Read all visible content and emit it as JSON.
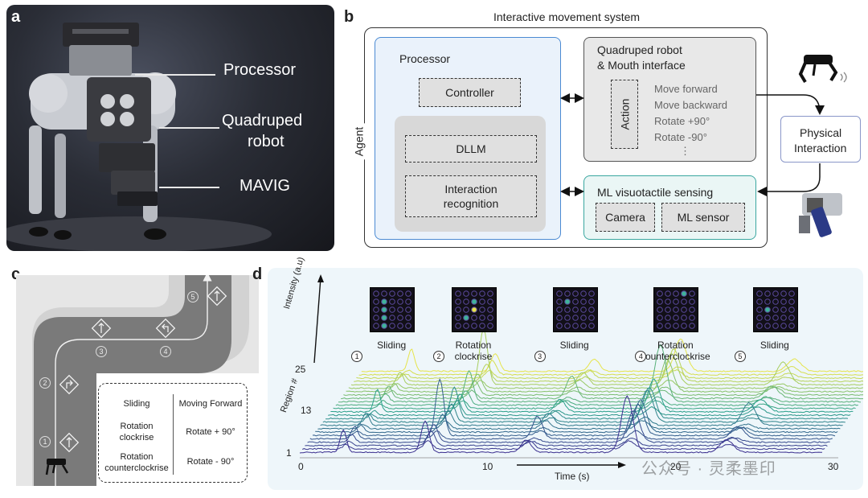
{
  "panels": {
    "a": "a",
    "b": "b",
    "c": "c",
    "d": "d"
  },
  "photo": {
    "labels": {
      "processor": "Processor",
      "robot_line1": "Quadruped",
      "robot_line2": "robot",
      "mavig": "MAVIG"
    }
  },
  "system": {
    "title": "Interactive movement system",
    "agent": "Agent",
    "processor": {
      "title": "Processor",
      "controller": "Controller",
      "dllm": "DLLM",
      "interaction_line1": "Interaction",
      "interaction_line2": "recognition"
    },
    "robot": {
      "title_line1": "Quadruped robot",
      "title_line2": "& Mouth interface",
      "action": "Action",
      "actions": [
        "Move forward",
        "Move backward",
        "Rotate  +90°",
        "Rotate  -90°",
        "⋮"
      ]
    },
    "physical": {
      "line1": "Physical",
      "line2": "Interaction"
    },
    "sensing": {
      "title": "ML visuotactile sensing",
      "camera": "Camera",
      "sensor": "ML sensor"
    }
  },
  "path": {
    "steps": [
      "1",
      "2",
      "3",
      "4",
      "5"
    ],
    "legend": {
      "rows": [
        {
          "gesture": [
            "Sliding"
          ],
          "action": "Moving Forward"
        },
        {
          "gesture": [
            "Rotation",
            "clockrise"
          ],
          "action": "Rotate + 90°"
        },
        {
          "gesture": [
            "Rotation",
            "counterclockrise"
          ],
          "action": "Rotate - 90°"
        }
      ]
    }
  },
  "chart_data": {
    "type": "line",
    "xlabel": "Time (s)",
    "ylabel": "Intensity (a.u)",
    "zlabel": "Region #",
    "xticks": [
      "0",
      "10",
      "20",
      "30"
    ],
    "region_ticks": [
      "1",
      "13",
      "25"
    ],
    "xlim": [
      0,
      30
    ],
    "regions": 25,
    "events": [
      {
        "step": "1",
        "label": [
          "Sliding"
        ],
        "time": 2.5
      },
      {
        "step": "2",
        "label": [
          "Rotation",
          "clockrise"
        ],
        "time": 7.2
      },
      {
        "step": "3",
        "label": [
          "Sliding"
        ],
        "time": 13.0
      },
      {
        "step": "4",
        "label": [
          "Rotation",
          "counterclockrise"
        ],
        "time": 18.8
      },
      {
        "step": "5",
        "label": [
          "Sliding"
        ],
        "time": 24.5
      }
    ],
    "colormap": {
      "low": "#3b2f8f",
      "mid": "#2aa08a",
      "high": "#e6e44a"
    }
  },
  "watermark": "公众号 · 灵柔墨印"
}
